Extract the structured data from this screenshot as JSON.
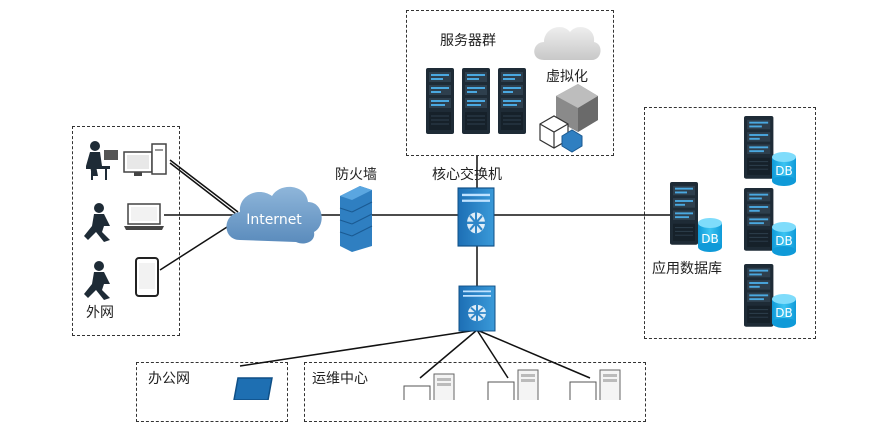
{
  "groups": {
    "external": "外网",
    "servers": "服务器群",
    "database": "应用数据库",
    "office": "办公网",
    "ops": "运维中心"
  },
  "labels": {
    "internet": "Internet",
    "firewall": "防火墙",
    "core_switch": "核心交换机",
    "virtualization": "虚拟化",
    "db_badge": "DB"
  },
  "colors": {
    "line": "#111111",
    "switch_blue": "#2e86c8",
    "cloud_blue": "#6b9bc7",
    "wall_blue": "#2f7fc1",
    "server_dark": "#1e2b36",
    "db_cyan": "#1faee8"
  }
}
